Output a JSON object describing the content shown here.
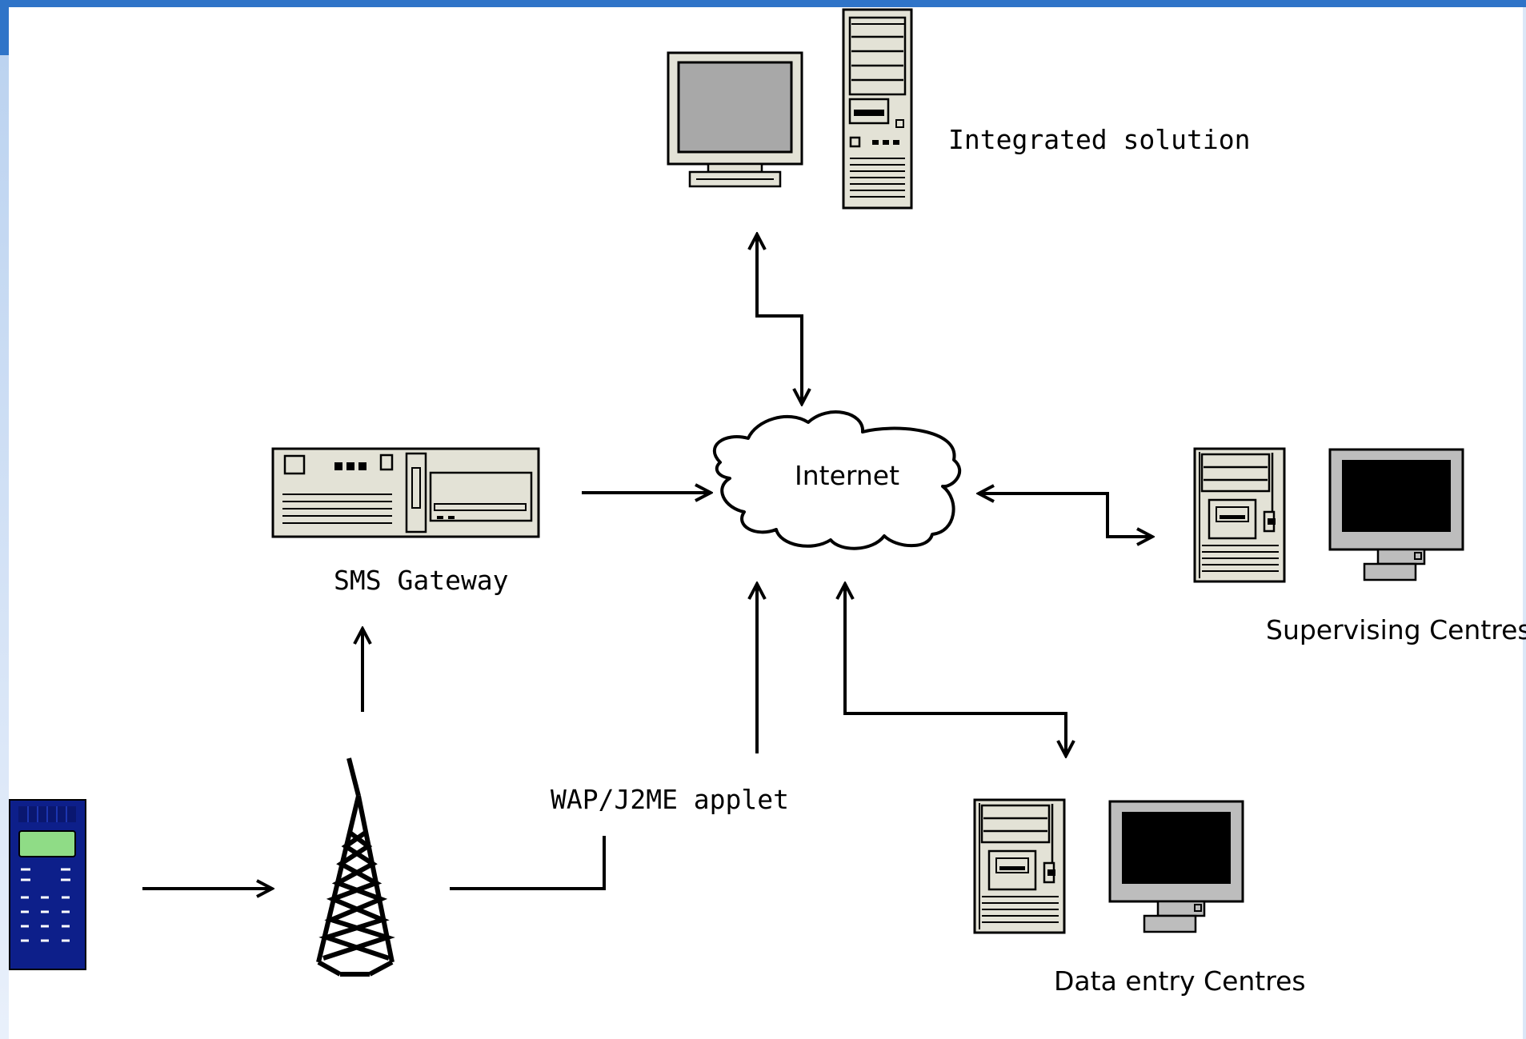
{
  "labels": {
    "integrated": "Integrated solution",
    "internet": "Internet",
    "sms_gateway": "SMS Gateway",
    "supervising": "Supervising Centres",
    "wap": "WAP/J2ME applet",
    "data_entry": "Data entry Centres"
  },
  "colors": {
    "frame": "#2f74c8",
    "device_body": "#e3e2d6",
    "monitor_grey_screen": "#a8a8a8",
    "monitor_black_screen": "#000000",
    "phone_body": "#0d1f8a",
    "phone_screen": "#8fdc86"
  }
}
